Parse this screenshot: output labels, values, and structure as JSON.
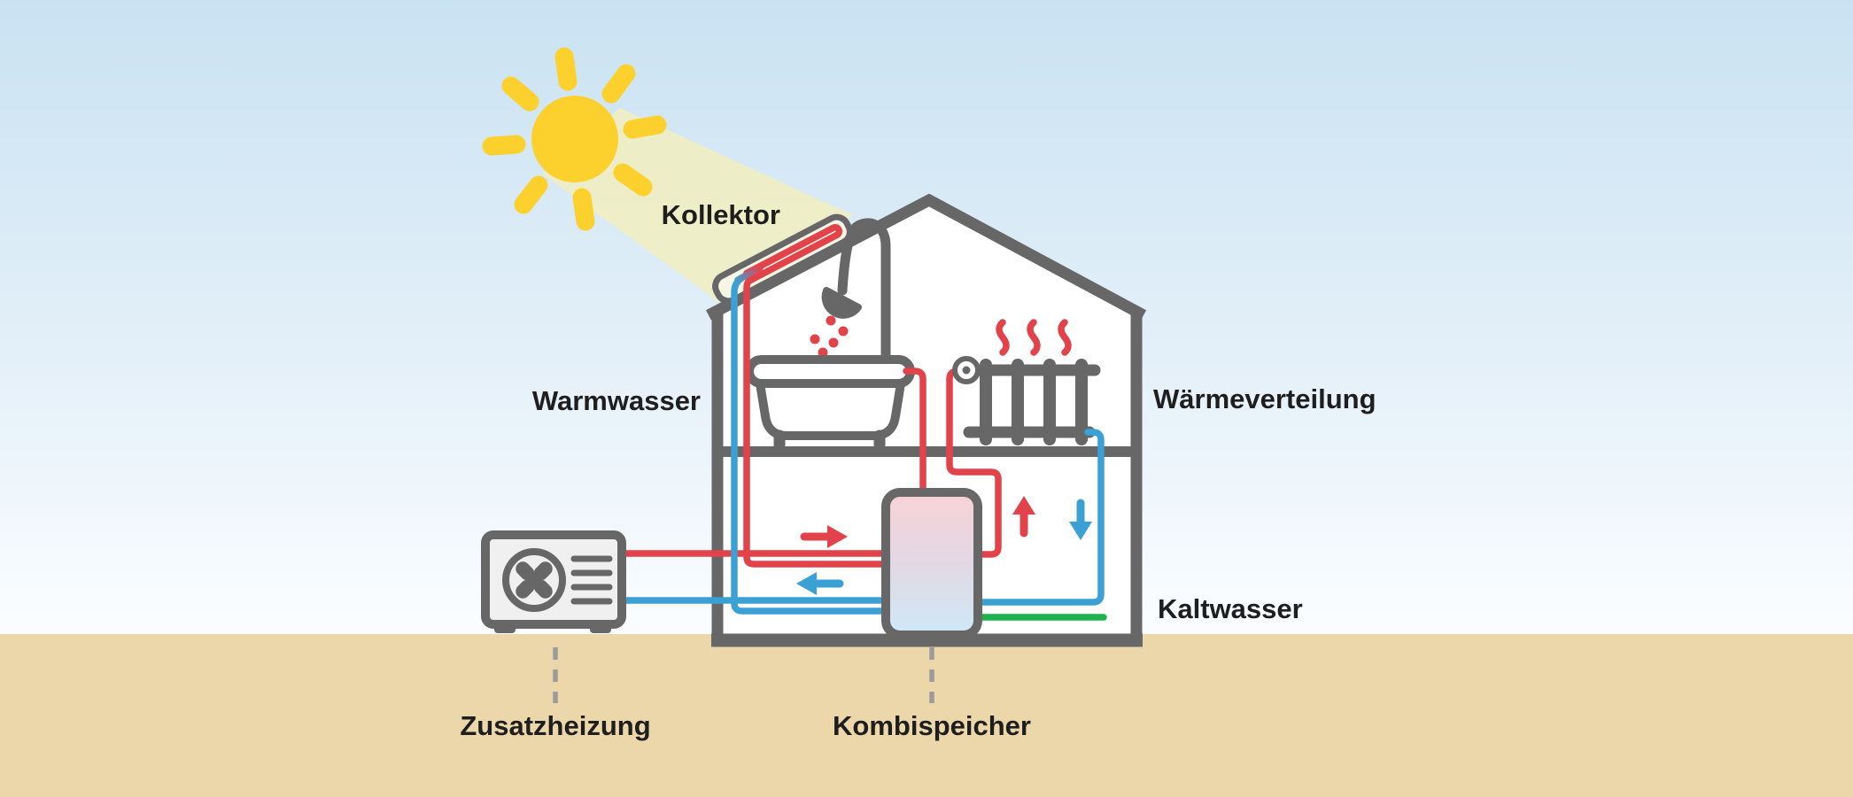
{
  "diagram": {
    "type": "solar-thermal-heating-system-schematic",
    "language": "de"
  },
  "labels": {
    "kollektor": "Kollektor",
    "warmwasser": "Warmwasser",
    "waermeverteilung": "Wärmeverteilung",
    "kaltwasser": "Kaltwasser",
    "zusatzheizung": "Zusatzheizung",
    "kombispeicher": "Kombispeicher"
  },
  "colors": {
    "hot": "#e2434b",
    "cold": "#3ba1d4",
    "freshwater": "#1db24e",
    "outline": "#676767",
    "sun": "#fcd12e",
    "beam": "#f0eec2",
    "ground": "#ecd7ab",
    "sky-top": "#c9e2f2",
    "sky-bottom": "#fafdff",
    "label": "#1e1e1e"
  },
  "components": [
    "sun",
    "light-beam",
    "solar-collector",
    "house",
    "bathtub-with-shower",
    "radiator",
    "heat-pump",
    "combi-storage-tank"
  ],
  "pipes": [
    {
      "name": "collector-hot-supply",
      "color_key": "hot"
    },
    {
      "name": "collector-cold-return",
      "color_key": "cold"
    },
    {
      "name": "heatpump-hot-supply",
      "color_key": "hot"
    },
    {
      "name": "heatpump-cold-return",
      "color_key": "cold"
    },
    {
      "name": "hot-water-to-bath",
      "color_key": "hot"
    },
    {
      "name": "radiator-supply",
      "color_key": "hot"
    },
    {
      "name": "radiator-return",
      "color_key": "cold"
    },
    {
      "name": "cold-water-inlet",
      "color_key": "freshwater"
    }
  ],
  "arrows": [
    {
      "name": "flow-into-tank",
      "direction": "right",
      "color_key": "hot"
    },
    {
      "name": "return-to-heatpump",
      "direction": "left",
      "color_key": "cold"
    },
    {
      "name": "flow-to-radiator",
      "direction": "up",
      "color_key": "hot"
    },
    {
      "name": "return-from-radiator",
      "direction": "down",
      "color_key": "cold"
    }
  ]
}
